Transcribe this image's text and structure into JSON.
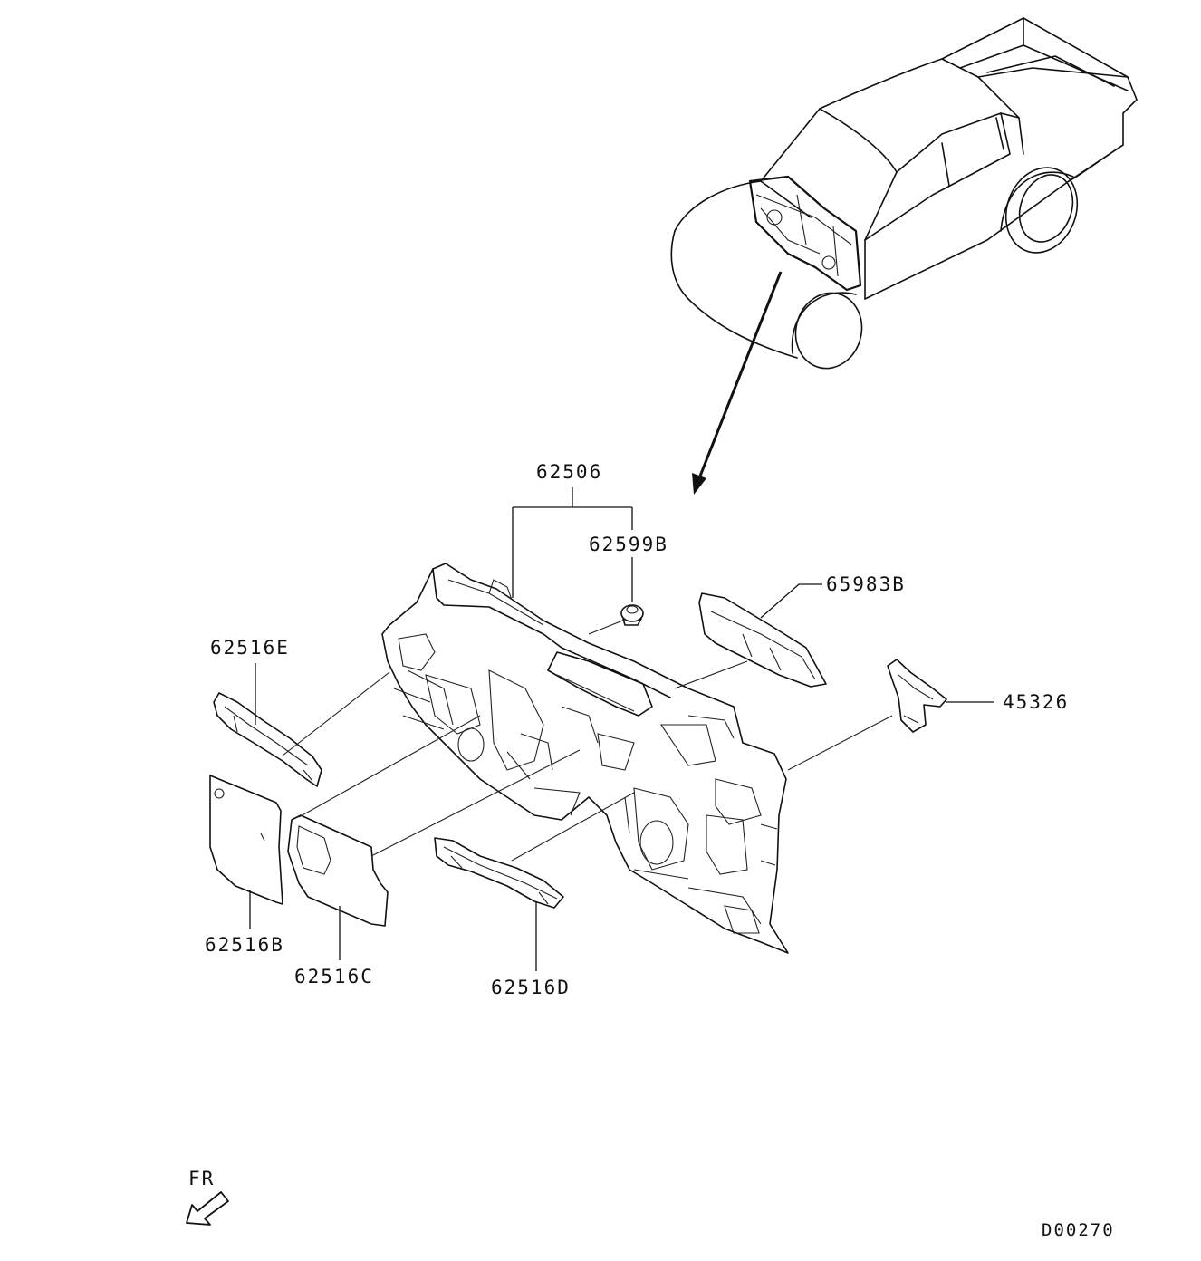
{
  "labels": {
    "insulator_main": "62506",
    "clip": "62599B",
    "pad_right_upper": "65983B",
    "bracket_right": "45326",
    "pad_e": "62516E",
    "pad_b": "62516B",
    "pad_c": "62516C",
    "pad_d": "62516D"
  },
  "front_indicator": "FR",
  "diagram_code": "D00270"
}
